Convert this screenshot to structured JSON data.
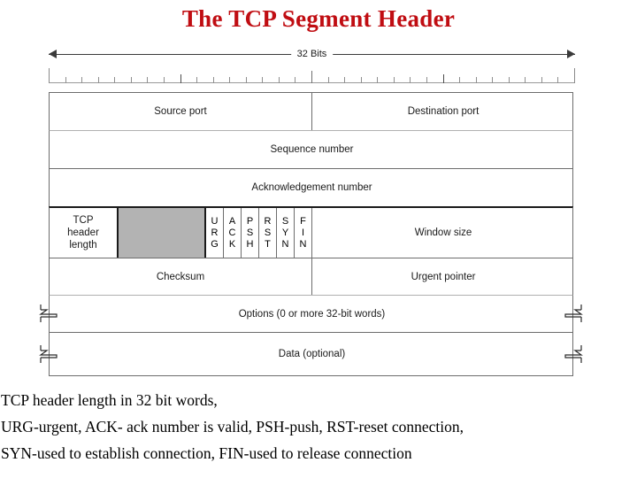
{
  "title": "The TCP Segment Header",
  "title_color": "#c00d12",
  "scale": {
    "label": "32 Bits",
    "total_bits": 32,
    "left_arrow_icon": "arrow-left-icon",
    "right_arrow_icon": "arrow-right-icon"
  },
  "diagram": {
    "reserved_color": "#b3b3b3",
    "rows": [
      {
        "name": "ports",
        "cells": [
          {
            "label": "Source port",
            "bits": 16
          },
          {
            "label": "Destination port",
            "bits": 16
          }
        ]
      },
      {
        "name": "sequence",
        "cells": [
          {
            "label": "Sequence number",
            "bits": 32
          }
        ]
      },
      {
        "name": "acknowledgement",
        "cells": [
          {
            "label": "Acknowledgement number",
            "bits": 32
          }
        ]
      },
      {
        "name": "flags",
        "cells": [
          {
            "label": "TCP header length",
            "lines": [
              "TCP",
              "header",
              "length"
            ],
            "bits": 4
          },
          {
            "label": "",
            "reserved": true,
            "bits": 6
          },
          {
            "label": "URG",
            "flag": true
          },
          {
            "label": "ACK",
            "flag": true
          },
          {
            "label": "PSH",
            "flag": true
          },
          {
            "label": "RST",
            "flag": true
          },
          {
            "label": "SYN",
            "flag": true
          },
          {
            "label": "FIN",
            "flag": true
          },
          {
            "label": "Window size",
            "bits": 16
          }
        ]
      },
      {
        "name": "checksum",
        "cells": [
          {
            "label": "Checksum",
            "bits": 16
          },
          {
            "label": "Urgent pointer",
            "bits": 16
          }
        ]
      },
      {
        "name": "options",
        "cells": [
          {
            "label": "Options (0 or more 32-bit words)",
            "bits": 32
          }
        ]
      },
      {
        "name": "data",
        "cells": [
          {
            "label": "Data (optional)",
            "bits": 32
          }
        ]
      }
    ]
  },
  "notes": [
    "TCP header length in 32 bit words,",
    "URG-urgent, ACK- ack number is valid, PSH-push, RST-reset connection,",
    "SYN-used to establish connection, FIN-used to release connection"
  ]
}
